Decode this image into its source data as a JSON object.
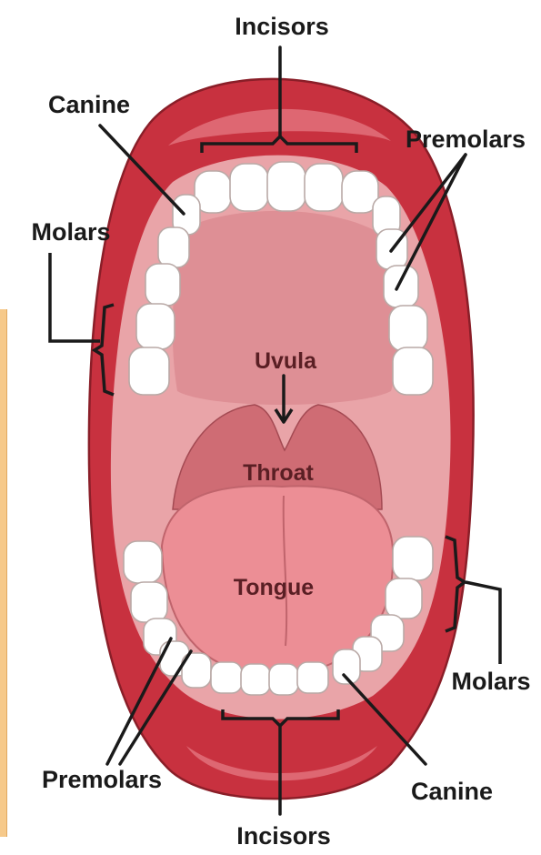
{
  "labels": {
    "incisors_top": "Incisors",
    "canine_top": "Canine",
    "premolars_top": "Premolars",
    "molars_top": "Molars",
    "uvula": "Uvula",
    "throat": "Throat",
    "tongue": "Tongue",
    "molars_bottom": "Molars",
    "premolars_bottom": "Premolars",
    "canine_bottom": "Canine",
    "incisors_bottom": "Incisors"
  },
  "colors": {
    "lip": "#c8313f",
    "lip_highlight": "#e3767f",
    "mouth_interior": "#e9a4a8",
    "palate": "#de8f95",
    "throat": "#cf6c74",
    "tongue": "#ec8e95",
    "tooth": "#ffffff",
    "side_panel": "#f6c98a"
  }
}
